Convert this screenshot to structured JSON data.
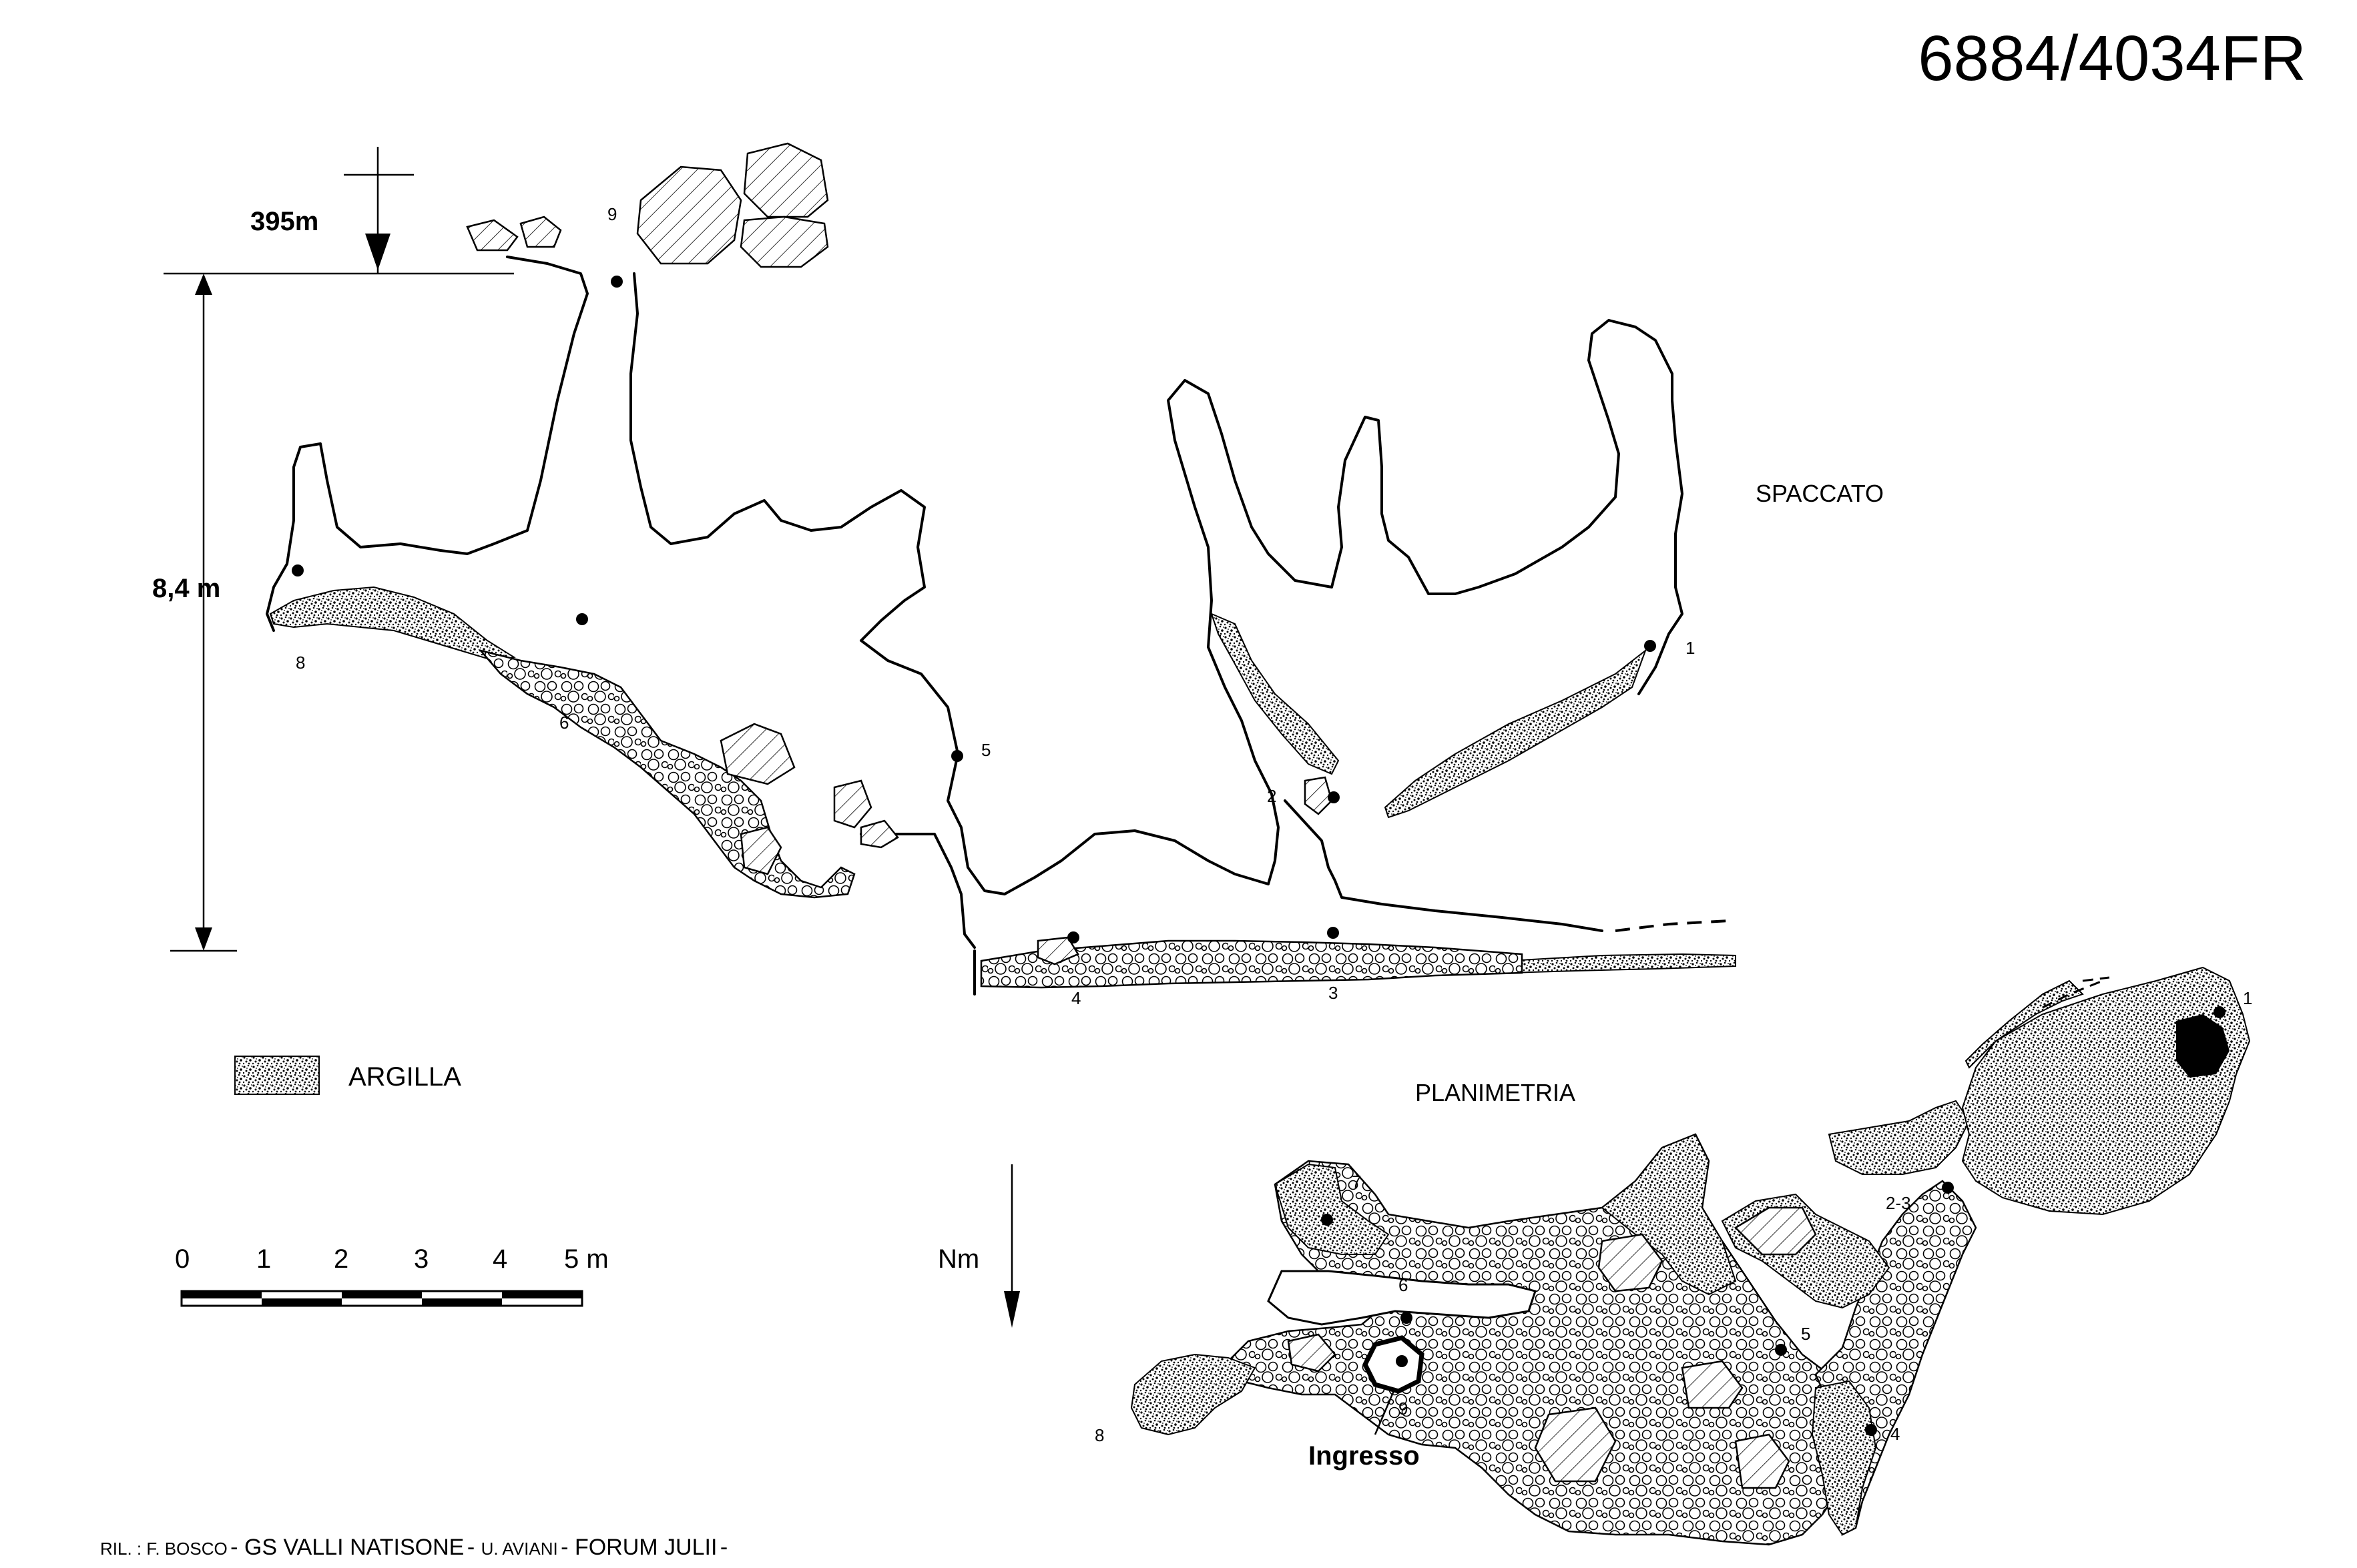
{
  "cave_id": "6884/4034FR",
  "section": {
    "title": "SPACCATO",
    "entrance_elevation": "395m",
    "depth_label": "8,4 m",
    "stations": [
      "9",
      "8",
      "6",
      "5",
      "2",
      "1",
      "4",
      "3"
    ]
  },
  "plan": {
    "title": "PLANIMETRIA",
    "north_label": "Nm",
    "entrance_label": "Ingresso",
    "stations": [
      "7",
      "6",
      "9",
      "8",
      "5",
      "4",
      "2-3",
      "1"
    ]
  },
  "legend": {
    "clay_label": "ARGILLA"
  },
  "scale_bar": {
    "ticks": [
      "0",
      "1",
      "2",
      "3",
      "4",
      "5 m"
    ]
  },
  "credits": {
    "ril_label": "RIL. : ",
    "surveyor": "F. BOSCO",
    "sep1": " - ",
    "group1": "GS VALLI NATISONE",
    "sep2": " - ",
    "person2": "U. AVIANI",
    "sep3": " - ",
    "group2": "FORUM JULII",
    "sep4": " -"
  }
}
